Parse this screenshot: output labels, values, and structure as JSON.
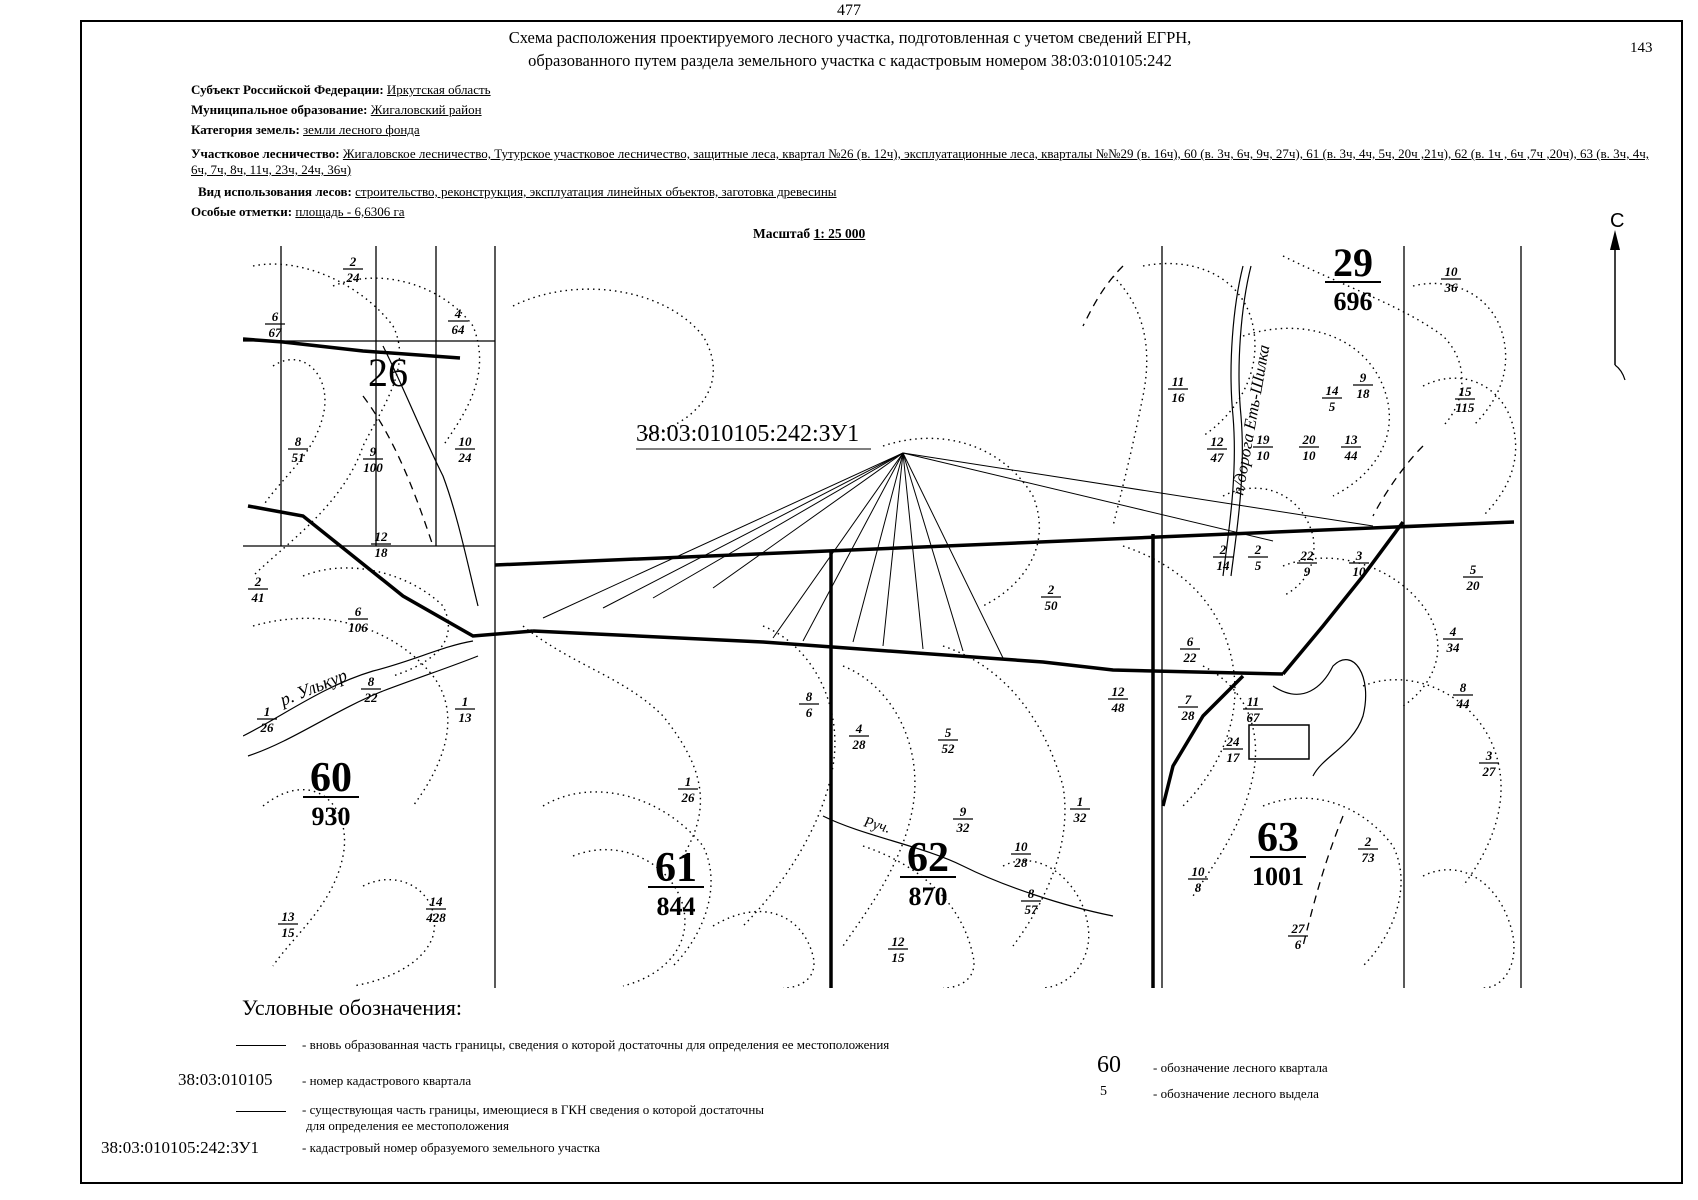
{
  "page_number": "477",
  "sheet_number": "143",
  "title": {
    "line1": "Схема расположения проектируемого лесного участка, подготовленная с учетом сведений ЕГРН,",
    "line2": "образованного путем раздела земельного участка с кадастровым номером 38:03:010105:242"
  },
  "meta": {
    "subject": {
      "label": "Субъект Российской Федерации:",
      "value": "Иркутская область"
    },
    "municipality": {
      "label": "Муниципальное образование:",
      "value": "Жигаловский район"
    },
    "land_category": {
      "label": "Категория земель:",
      "value": "земли лесного фонда"
    },
    "forestry": {
      "label": "Участковое лесничество:",
      "value": "Жигаловское лесничество, Тутурское участковое лесничество, защитные леса, квартал №26 (в. 12ч), эксплуатационные леса, кварталы №№29 (в. 16ч), 60 (в. 3ч, 6ч, 9ч, 27ч), 61 (в. 3ч, 4ч, 5ч, 20ч ,21ч), 62 (в. 1ч , 6ч ,7ч ,20ч), 63 (в. 3ч, 4ч, 6ч, 7ч, 8ч, 11ч, 23ч, 24ч, 36ч)"
    },
    "forest_use": {
      "label": "Вид использования лесов:",
      "value": "строительство, реконструкция, эксплуатация линейных объектов, заготовка древесины"
    },
    "special_notes": {
      "label": "Особые отметки:",
      "value": "площадь - 6,6306 га"
    }
  },
  "scale": {
    "label": "Масштаб",
    "value": "1: 25 000"
  },
  "map": {
    "plot_label": "38:03:010105:242:ЗУ1",
    "north_letter": "С",
    "river_label": "р. Улькур",
    "creek_label": "Руч.",
    "road_label": "п/дорога Еть-Шилка",
    "quarters": [
      {
        "number": "26",
        "area": ""
      },
      {
        "number": "29",
        "area": "696"
      },
      {
        "number": "60",
        "area": "930"
      },
      {
        "number": "61",
        "area": "844"
      },
      {
        "number": "62",
        "area": "870"
      },
      {
        "number": "63",
        "area": "1001"
      }
    ],
    "subcompartments": [
      {
        "top": "2",
        "bottom": "24"
      },
      {
        "top": "6",
        "bottom": "67"
      },
      {
        "top": "4",
        "bottom": "64"
      },
      {
        "top": "8",
        "bottom": "51"
      },
      {
        "top": "9",
        "bottom": "100"
      },
      {
        "top": "10",
        "bottom": "24"
      },
      {
        "top": "12",
        "bottom": "18"
      },
      {
        "top": "2",
        "bottom": "41"
      },
      {
        "top": "6",
        "bottom": "106"
      },
      {
        "top": "8",
        "bottom": "22"
      },
      {
        "top": "1",
        "bottom": "26"
      },
      {
        "top": "1",
        "bottom": "13"
      },
      {
        "top": "14",
        "bottom": "428"
      },
      {
        "top": "13",
        "bottom": "15"
      },
      {
        "top": "11",
        "bottom": "16"
      },
      {
        "top": "12",
        "bottom": "47"
      },
      {
        "top": "19",
        "bottom": "10"
      },
      {
        "top": "20",
        "bottom": "10"
      },
      {
        "top": "13",
        "bottom": "44"
      },
      {
        "top": "15",
        "bottom": "115"
      },
      {
        "top": "10",
        "bottom": "36"
      },
      {
        "top": "9",
        "bottom": "18"
      },
      {
        "top": "14",
        "bottom": "5"
      },
      {
        "top": "2",
        "bottom": "14"
      },
      {
        "top": "2",
        "bottom": "5"
      },
      {
        "top": "22",
        "bottom": "9"
      },
      {
        "top": "3",
        "bottom": "10"
      },
      {
        "top": "5",
        "bottom": "20"
      },
      {
        "top": "2",
        "bottom": "50"
      },
      {
        "top": "6",
        "bottom": "22"
      },
      {
        "top": "7",
        "bottom": "28"
      },
      {
        "top": "11",
        "bottom": "67"
      },
      {
        "top": "4",
        "bottom": "34"
      },
      {
        "top": "8",
        "bottom": "44"
      },
      {
        "top": "24",
        "bottom": "17"
      },
      {
        "top": "3",
        "bottom": "27"
      },
      {
        "top": "4",
        "bottom": "28"
      },
      {
        "top": "5",
        "bottom": "52"
      },
      {
        "top": "1",
        "bottom": "26"
      },
      {
        "top": "1",
        "bottom": "32"
      },
      {
        "top": "10",
        "bottom": "28"
      },
      {
        "top": "9",
        "bottom": "32"
      },
      {
        "top": "8",
        "bottom": "57"
      },
      {
        "top": "12",
        "bottom": "15"
      },
      {
        "top": "2",
        "bottom": "73"
      },
      {
        "top": "10",
        "bottom": "8"
      },
      {
        "top": "27",
        "bottom": "6"
      },
      {
        "top": "12",
        "bottom": "48"
      },
      {
        "top": "8",
        "bottom": "6"
      }
    ]
  },
  "legend": {
    "title": "Условные обозначения:",
    "new_boundary": "- вновь образованная часть границы, сведения о которой достаточны для определения ее местоположения",
    "cadastral_quarter_code": "38:03:010105",
    "cadastral_quarter": "- номер кадастрового квартала",
    "existing_boundary_1": "- существующая часть границы, имеющиеся в ГКН сведения о которой достаточны",
    "existing_boundary_2": "для определения ее местоположения",
    "plot_code": "38:03:010105:242:ЗУ1",
    "plot_number": "- кадастровый номер образуемого земельного участка",
    "forest_quarter_code": "60",
    "forest_quarter": "- обозначение лесного квартала",
    "compartment_code": "5",
    "compartment": "- обозначение лесного выдела"
  }
}
